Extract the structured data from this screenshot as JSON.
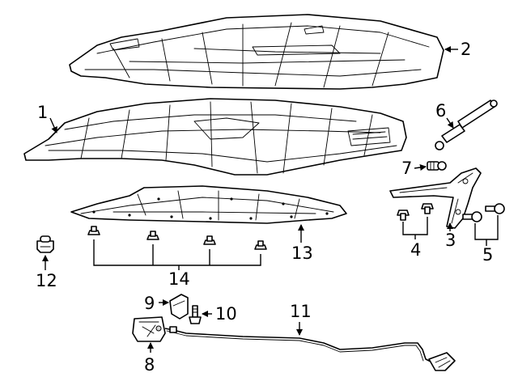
{
  "diagram": {
    "callouts": [
      {
        "id": "c1",
        "label": "1"
      },
      {
        "id": "c2",
        "label": "2"
      },
      {
        "id": "c3",
        "label": "3"
      },
      {
        "id": "c4",
        "label": "4"
      },
      {
        "id": "c5",
        "label": "5"
      },
      {
        "id": "c6",
        "label": "6"
      },
      {
        "id": "c7",
        "label": "7"
      },
      {
        "id": "c8",
        "label": "8"
      },
      {
        "id": "c9",
        "label": "9"
      },
      {
        "id": "c10",
        "label": "10"
      },
      {
        "id": "c11",
        "label": "11"
      },
      {
        "id": "c12",
        "label": "12"
      },
      {
        "id": "c13",
        "label": "13"
      },
      {
        "id": "c14",
        "label": "14"
      }
    ],
    "colors": {
      "line": "#000000",
      "background": "#ffffff"
    }
  }
}
